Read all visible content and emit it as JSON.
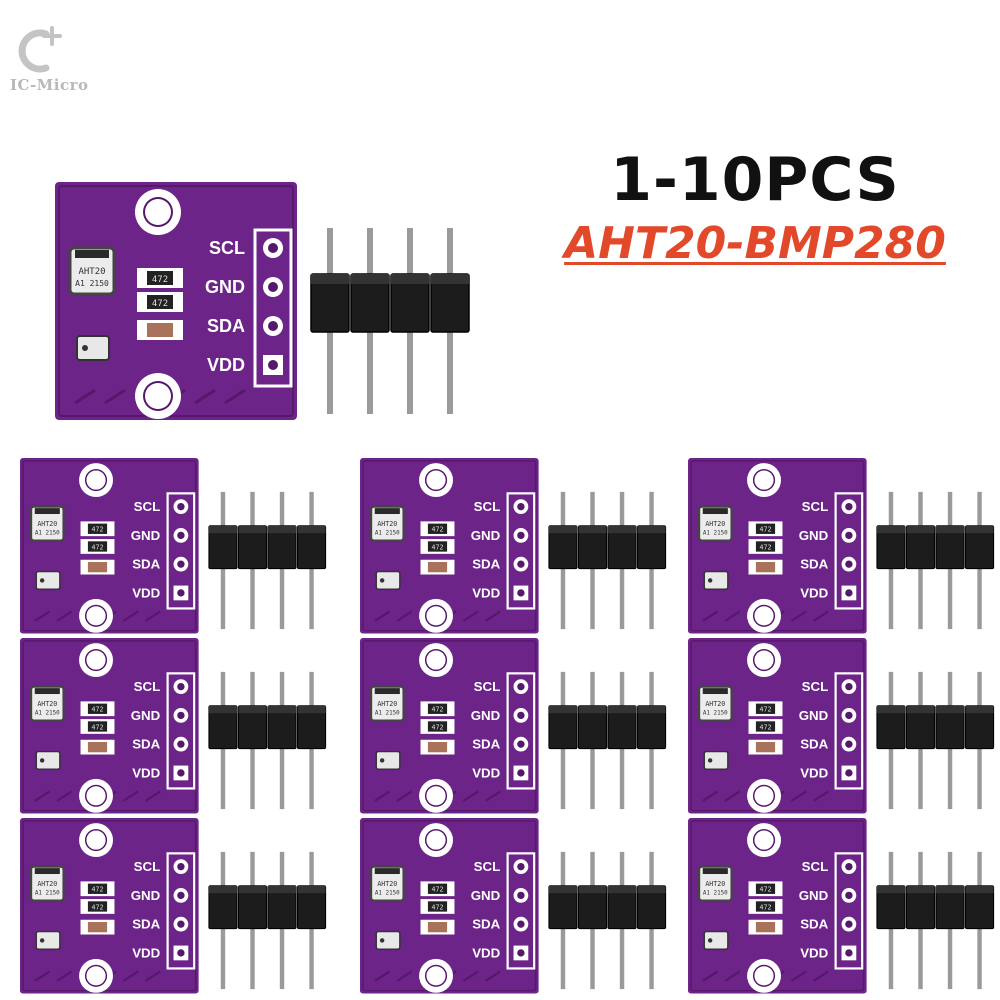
{
  "brand": {
    "name": "IC-Micro"
  },
  "header": {
    "quantity": "1-10PCS",
    "model": "AHT20-BMP280"
  },
  "module": {
    "pins": [
      "SCL",
      "GND",
      "SDA",
      "VDD"
    ],
    "sensor_chip_line1": "AHT20",
    "sensor_chip_line2": "A1 2150",
    "resistor_code": "472",
    "colors": {
      "pcb": "#6d2488",
      "pcb_dark": "#55186b",
      "silkscreen": "#ffffff",
      "pin_header": "#1c1c1c",
      "pin_metal": "#9a9a9a",
      "accent_text": "#e2492b"
    }
  }
}
